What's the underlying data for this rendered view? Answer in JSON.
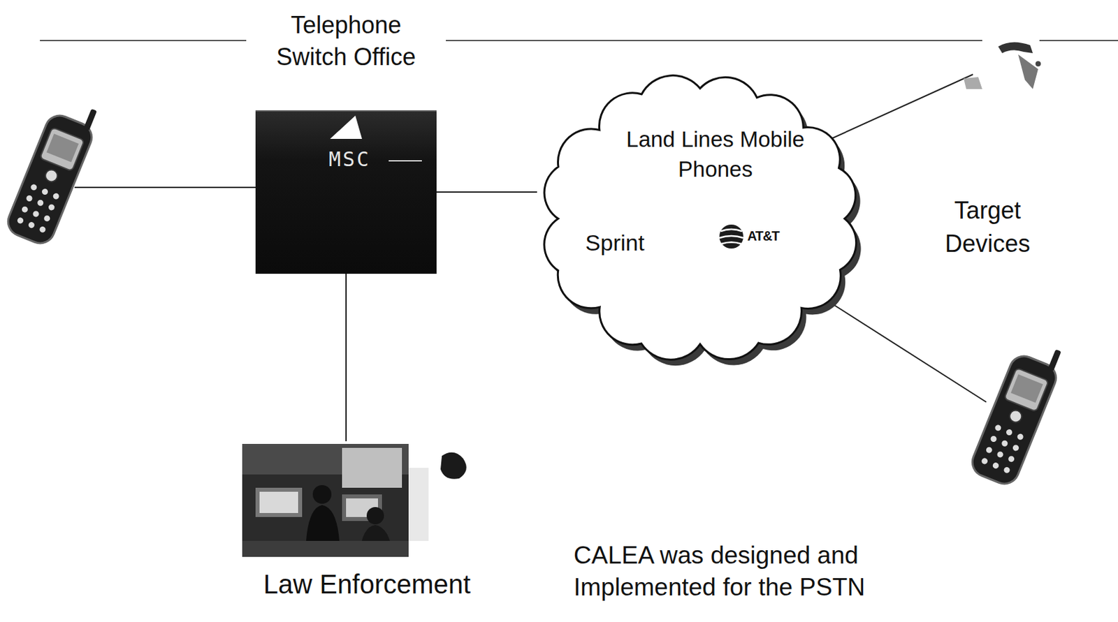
{
  "diagram": {
    "nodes": [
      {
        "text": [
          "Telephone Switch Office",
          "MSC"
        ]
      },
      {
        "text": [
          "Land Lines Mobile Phones",
          "Sprint",
          "AT&T"
        ]
      },
      {
        "text": [
          "Law Enforcement"
        ]
      }
    ],
    "edges": [
      {
        "from": 0,
        "to": 1,
        "arrow": "none"
      },
      {
        "from": 0,
        "to": 2,
        "arrow": "none"
      }
    ],
    "labels": [
      "Target Devices",
      "CALEA was designed and Implemented for the PSTN"
    ]
  }
}
